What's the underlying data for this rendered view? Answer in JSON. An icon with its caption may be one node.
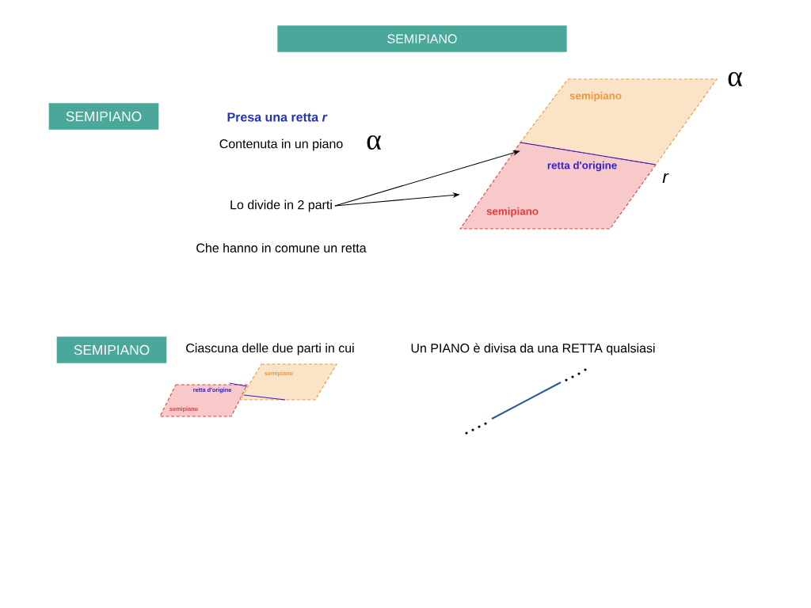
{
  "diagram": {
    "title": "SEMIPIANO",
    "nodes": [
      {
        "text": [
          "SEMIPIANO"
        ]
      },
      {
        "text": [
          "Lo divide in 2 parti"
        ]
      },
      {
        "text": [
          "semipiano"
        ]
      },
      {
        "text": [
          "retta d'origine",
          "semipiano"
        ]
      },
      {
        "text": [
          "SEMIPIANO"
        ]
      },
      {
        "text": [
          "retta d'origine",
          "semipiano"
        ]
      },
      {
        "text": [
          "semipiano"
        ]
      }
    ],
    "edges": [
      {
        "from": 1,
        "to": 2,
        "arrow": "to"
      },
      {
        "from": 1,
        "to": 3,
        "arrow": "to"
      }
    ],
    "labels": [
      "Presa una retta *r*",
      "Contenuta in un piano",
      "α",
      "α",
      "r",
      "Che hanno in comune un retta",
      "Ciascuna delle due parti in cui",
      "Un PIANO è divisa da una RETTA qualsiasi"
    ]
  }
}
